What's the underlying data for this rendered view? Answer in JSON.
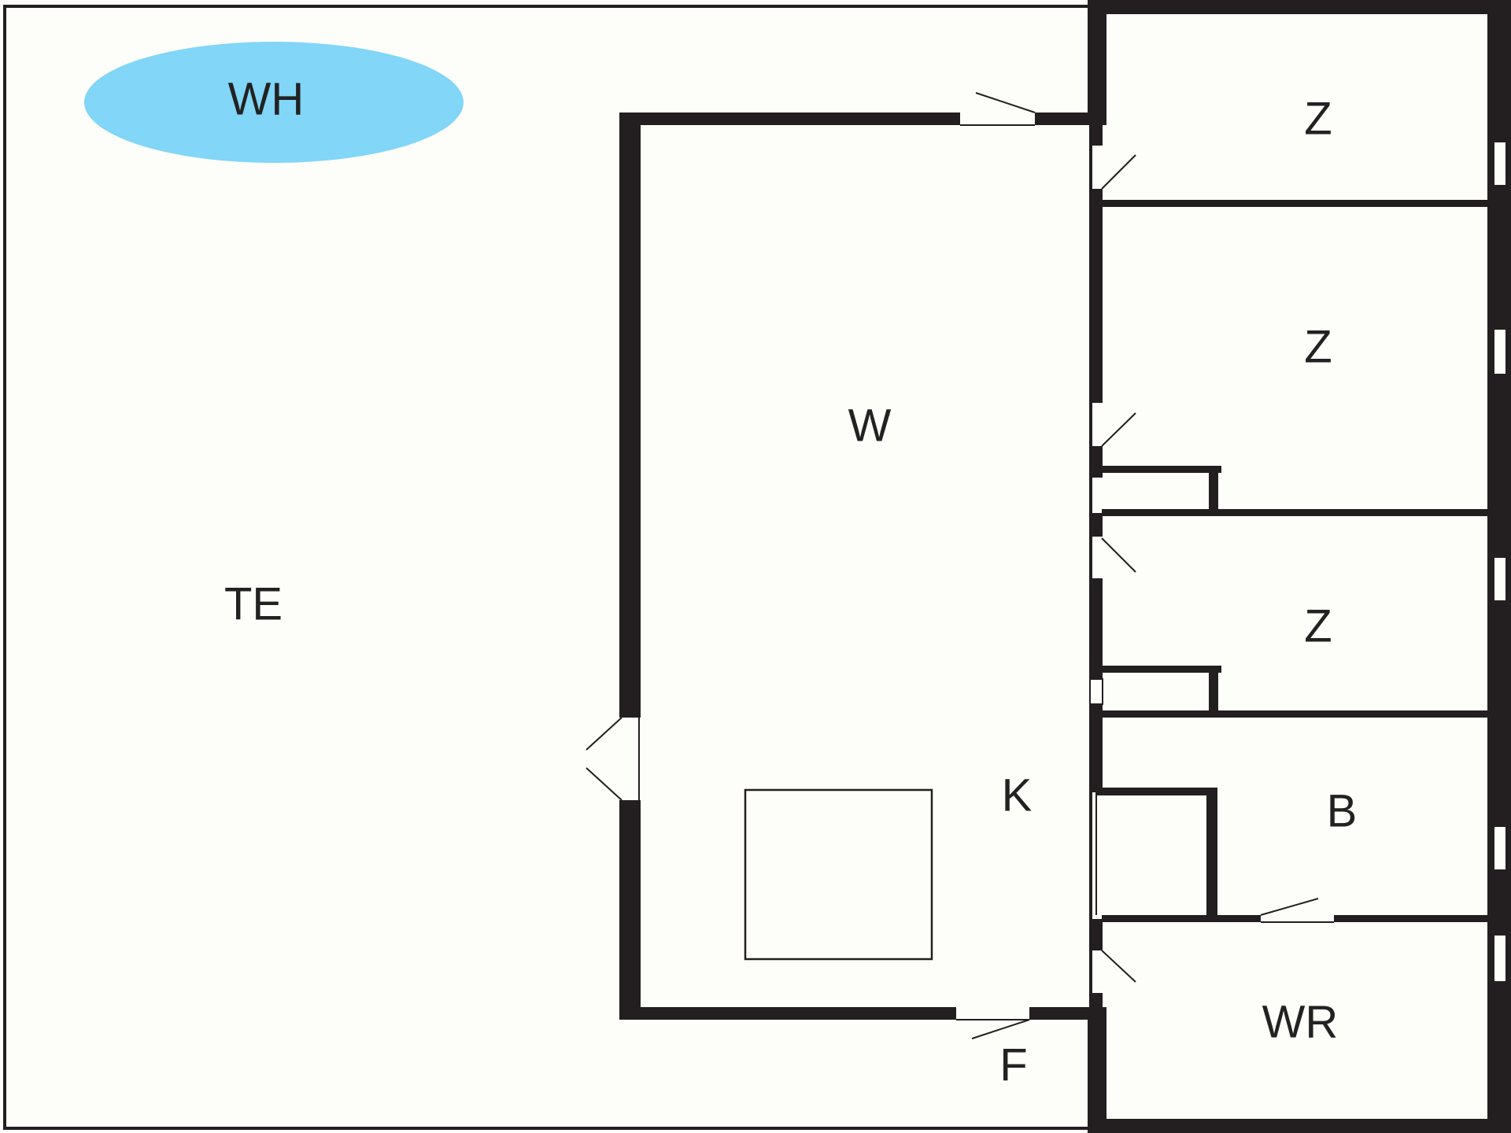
{
  "plan": {
    "colors": {
      "background": "#fdfdf9",
      "wall": "#231f20",
      "hot_tub": "#82d6f7",
      "opening": "#fdfdf9"
    },
    "rooms": {
      "hot_tub": "WH",
      "terrace": "TE",
      "living": "W",
      "kitchen": "K",
      "bedroom_1": "Z",
      "bedroom_2": "Z",
      "bedroom_3": "Z",
      "bathroom": "B",
      "utility": "WR",
      "front_entry": "F"
    }
  }
}
